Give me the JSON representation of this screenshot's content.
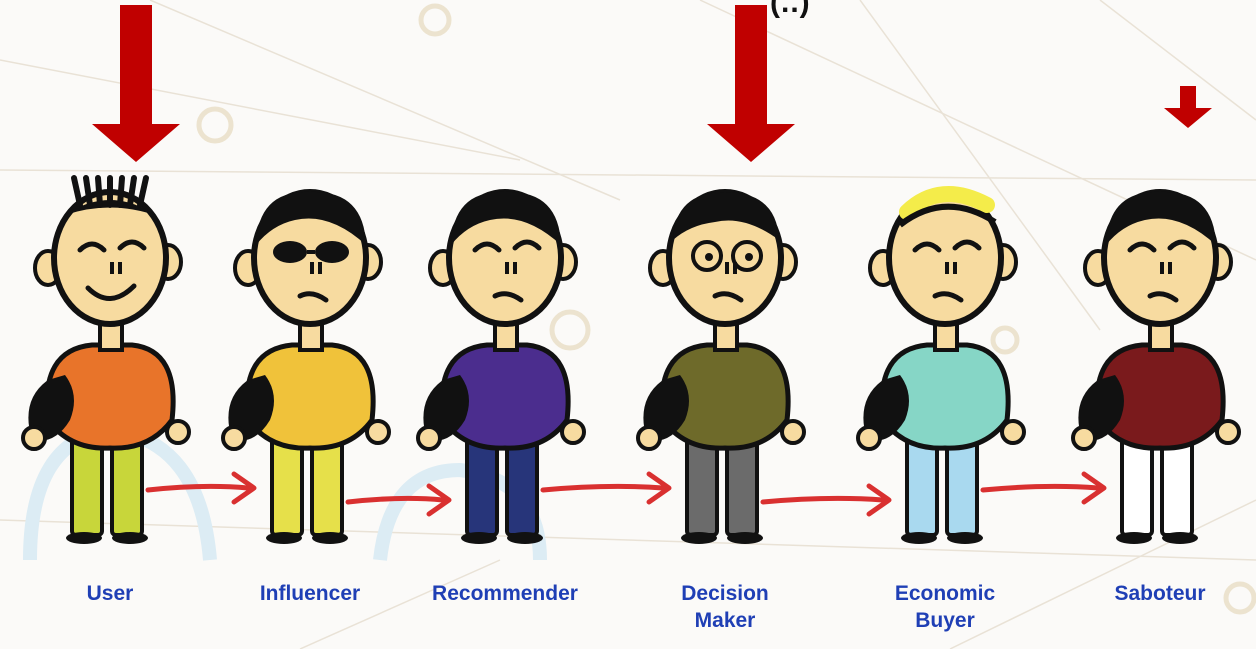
{
  "header": {
    "cut_text": "(..)"
  },
  "roles": [
    {
      "id": "user",
      "label": "User",
      "shirt": "#e8742a",
      "pants": "#c8d63a",
      "hair": "spiky",
      "glasses": "none",
      "smile": true,
      "arrow": "large"
    },
    {
      "id": "influencer",
      "label": "Influencer",
      "shirt": "#f0c23a",
      "pants": "#e6e04a",
      "hair": "flat",
      "glasses": "sunglasses",
      "smile": false,
      "arrow": "none"
    },
    {
      "id": "recommender",
      "label": "Recommender",
      "shirt": "#4b2d8e",
      "pants": "#27357a",
      "hair": "flat",
      "glasses": "none",
      "smile": false,
      "arrow": "none"
    },
    {
      "id": "decision-maker",
      "label": "Decision\nMaker",
      "shirt": "#6e6a2a",
      "pants": "#6b6b6b",
      "hair": "curly",
      "glasses": "eyeglasses",
      "smile": false,
      "arrow": "large"
    },
    {
      "id": "economic-buyer",
      "label": "Economic\nBuyer",
      "shirt": "#86d6c6",
      "pants": "#a9d9ef",
      "hair": "blond",
      "glasses": "none",
      "smile": false,
      "arrow": "none"
    },
    {
      "id": "saboteur",
      "label": "Saboteur",
      "shirt": "#7a1a1c",
      "pants": "#ffffff",
      "hair": "flat",
      "glasses": "none",
      "smile": false,
      "arrow": "small"
    }
  ],
  "colors": {
    "arrow_down": "#c00000",
    "arrow_flow": "#d93030",
    "label": "#1f3fb5",
    "skin": "#f7dba0"
  }
}
